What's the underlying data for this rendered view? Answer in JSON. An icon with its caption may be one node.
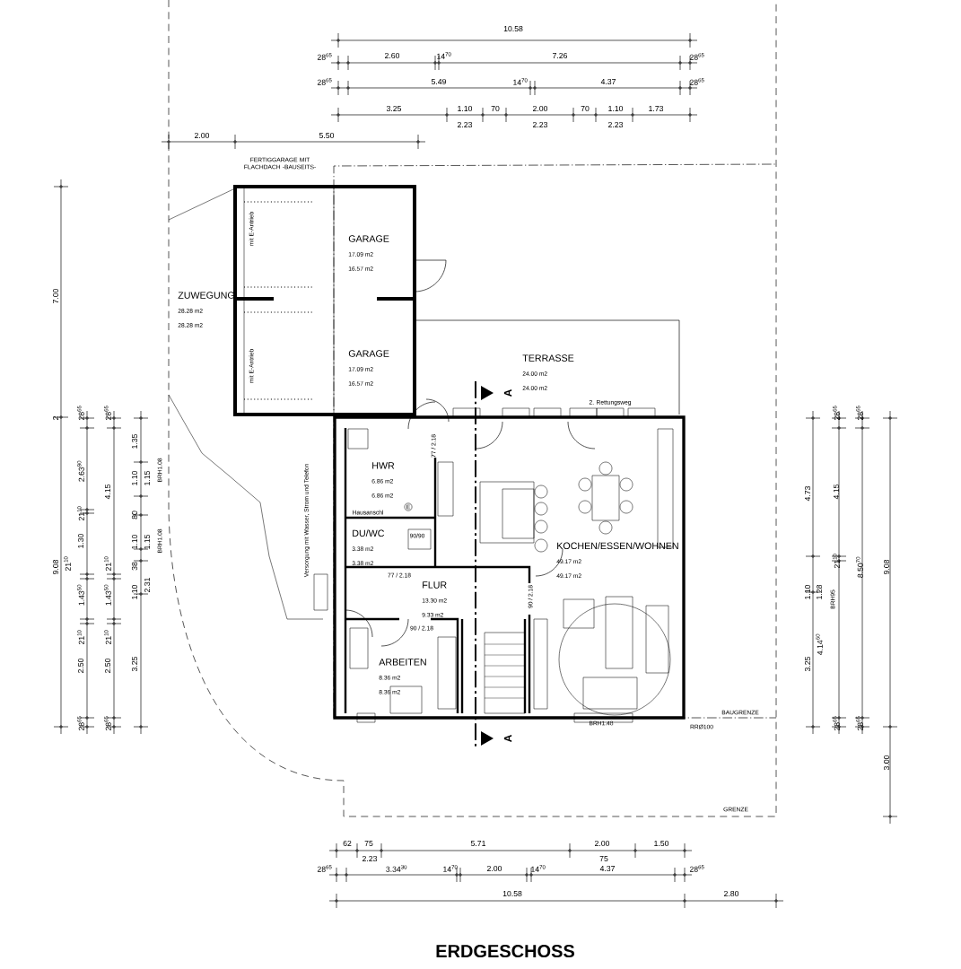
{
  "diagram": {
    "title": "ERDGESCHOSS",
    "nodes": [
      {
        "text": [
          "ZUWEGUNG",
          "28.28  m2",
          "28.28  m2"
        ]
      },
      {
        "text": [
          "GARAGE",
          "17.09  m2",
          "16.57  m2"
        ]
      },
      {
        "text": [
          "GARAGE",
          "17.09  m2",
          "16.57  m2"
        ]
      },
      {
        "text": [
          "TERRASSE",
          "24.00  m2",
          "24.00  m2"
        ]
      },
      {
        "text": [
          "HWR",
          "6.86  m2",
          "6.86  m2"
        ]
      },
      {
        "text": [
          "DU/WC",
          "3.38  m2",
          "3.38  m2"
        ]
      },
      {
        "text": [
          "FLUR",
          "13.30  m2",
          "9.33  m2"
        ]
      },
      {
        "text": [
          "ARBEITEN",
          "8.36  m2",
          "8.36  m2"
        ]
      },
      {
        "text": [
          "KOCHEN/ESSEN/WOHNEN",
          "49.17  m2",
          "49.17  m2"
        ]
      }
    ],
    "labels": [
      "10.58",
      "28$^{65}$",
      "2.60",
      "14$^{70}$",
      "7.26",
      "28$^{65}$",
      "28$^{65}$",
      "5.49",
      "14$^{70}$",
      "4.37",
      "28$^{65}$",
      "3.25",
      "1.10",
      "70",
      "2.00",
      "70",
      "1.10",
      "1.73",
      "2.23",
      "2.23",
      "2.23",
      "2.00",
      "5.50",
      "FERTIGGARAGE MIT FLACHDACH -BAUSEITS-",
      "mit E-Antrieb",
      "mit E-Antrieb",
      "2. Rettungsweg",
      "A",
      "A",
      "7.00",
      "2",
      "9.08",
      "21$^{10}$",
      "28$^{65}$",
      "2.63$^{90}$",
      "21$^{10}$",
      "1.30",
      "1.43$^{50}$",
      "21$^{10}$",
      "2.50",
      "28$^{65}$",
      "28$^{65}$",
      "4.15",
      "21$^{10}$",
      "1.43$^{50}$",
      "21$^{10}$",
      "2.50",
      "28$^{65}$",
      "1.35",
      "1.10",
      "80",
      "1.10",
      "38",
      "1.10",
      "3.25",
      "1.15",
      "1.15",
      "2.31",
      "BRH1.08",
      "BRH1.08",
      "4.73",
      "1.10",
      "3.25",
      "1.28",
      "4.14$^{60}$",
      "BRH95",
      "28$^{65}$",
      "4.15",
      "21$^{10}$",
      "28$^{65}$",
      "28$^{65}$",
      "8.50$^{70}$",
      "28$^{65}$",
      "9.08",
      "3.00",
      "62",
      "75",
      "5.71",
      "2.00",
      "1.50",
      "2.23",
      "75",
      "28$^{65}$",
      "3.34$^{30}$",
      "14$^{70}$",
      "2.00",
      "14$^{70}$",
      "4.37",
      "28$^{65}$",
      "10.58",
      "2.80",
      "BAUGRENZE",
      "GRENZE",
      "BRH1.48",
      "RRØ100",
      "Versorgung mit Wasser, Strom und Telefon",
      "Hausanschl",
      "E",
      "77 / 2.18",
      "77 / 2.18",
      "90 / 2.18",
      "90 / 2.18",
      "90/90"
    ]
  }
}
